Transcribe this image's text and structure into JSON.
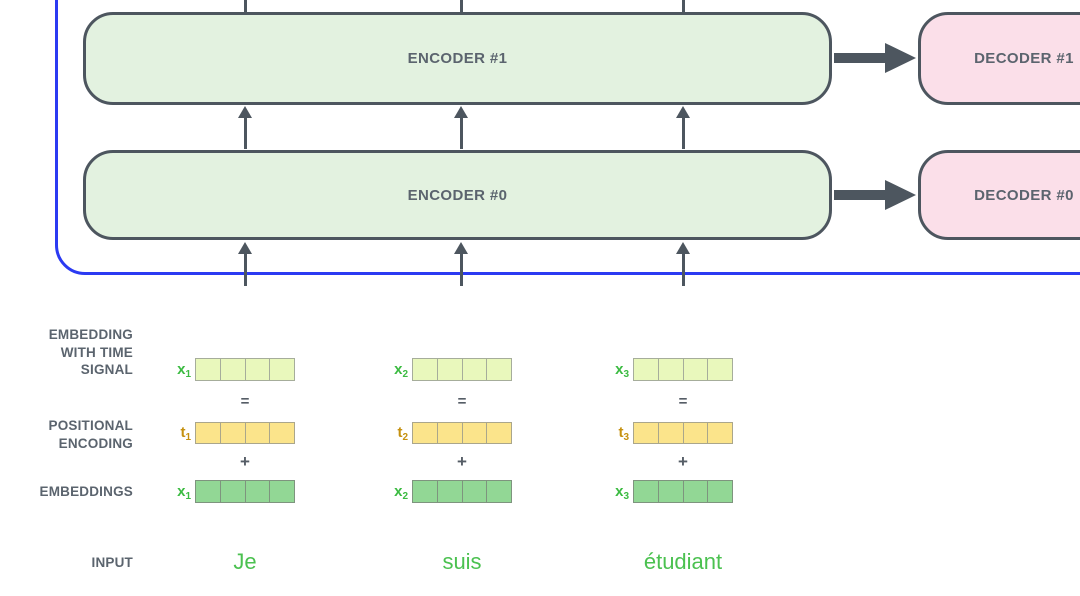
{
  "diagram_title": "Transformer encoder-decoder stack with embeddings and positional encoding",
  "encoders": [
    {
      "label": "ENCODER #1"
    },
    {
      "label": "ENCODER #0"
    }
  ],
  "decoders": [
    {
      "label": "DECODER #1"
    },
    {
      "label": "DECODER #0"
    }
  ],
  "left_labels": {
    "time_signal_lines": [
      "EMBEDDING",
      "WITH TIME",
      "SIGNAL"
    ],
    "positional_lines": [
      "POSITIONAL",
      "ENCODING"
    ],
    "embeddings": "EMBEDDINGS",
    "input": "INPUT"
  },
  "columns": [
    {
      "x_base": "x",
      "x_sub": "1",
      "t_base": "t",
      "t_sub": "1",
      "equals": "=",
      "plus": "+",
      "word": "Je"
    },
    {
      "x_base": "x",
      "x_sub": "2",
      "t_base": "t",
      "t_sub": "2",
      "equals": "=",
      "plus": "+",
      "word": "suis"
    },
    {
      "x_base": "x",
      "x_sub": "3",
      "t_base": "t",
      "t_sub": "3",
      "equals": "=",
      "plus": "+",
      "word": "étudiant"
    }
  ],
  "vector_cells_per_row": 4,
  "colors": {
    "encoder_fill": "#e3f2e0",
    "decoder_fill": "#fbdfe9",
    "box_border": "#4d565f",
    "box_text": "#5b646e",
    "label_text": "#5b646e",
    "blue_outline": "#2b3af2",
    "time_signal_cell_fill": "#e9f8bc",
    "positional_cell_fill": "#fbe48b",
    "embedding_cell_fill": "#92d795",
    "x_label_green": "#3cbb42",
    "t_label_gold": "#c59110",
    "input_word_green": "#4bc150",
    "arrow_color": "#4d565f"
  }
}
